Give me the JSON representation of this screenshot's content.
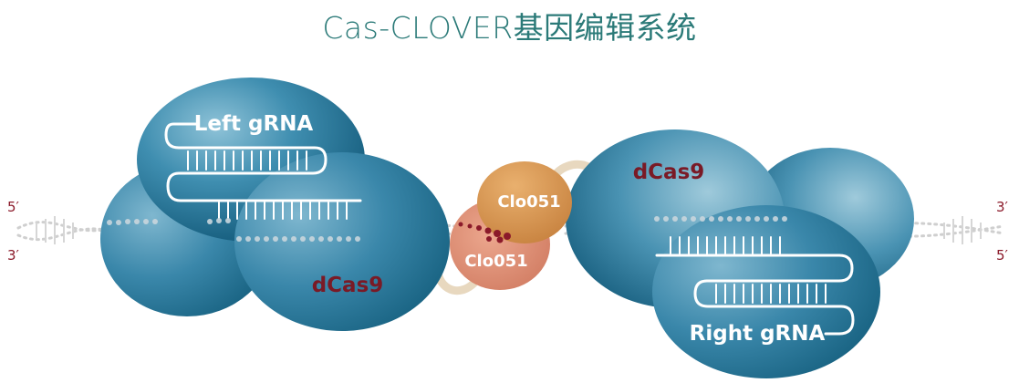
{
  "title": "Cas-CLOVER基因编辑系统",
  "labels": {
    "left_grna": "Left gRNA",
    "right_grna": "Right gRNA",
    "dcas9_left": "dCas9",
    "dcas9_right": "dCas9",
    "clo051_top": "Clo051",
    "clo051_bottom": "Clo051"
  },
  "dna_ends": {
    "left_top": "5′",
    "left_bottom": "3′",
    "right_top": "3′",
    "right_bottom": "5′"
  },
  "colors": {
    "title": "#2b7a78",
    "protein_blue": "#1f6f8f",
    "clo051_orange": "#d58a4f",
    "clo051_salmon": "#df8f7a",
    "linker": "#e6d4b8",
    "label_dark_red": "#7a1a26",
    "dna_gray": "#c8c8c8"
  }
}
